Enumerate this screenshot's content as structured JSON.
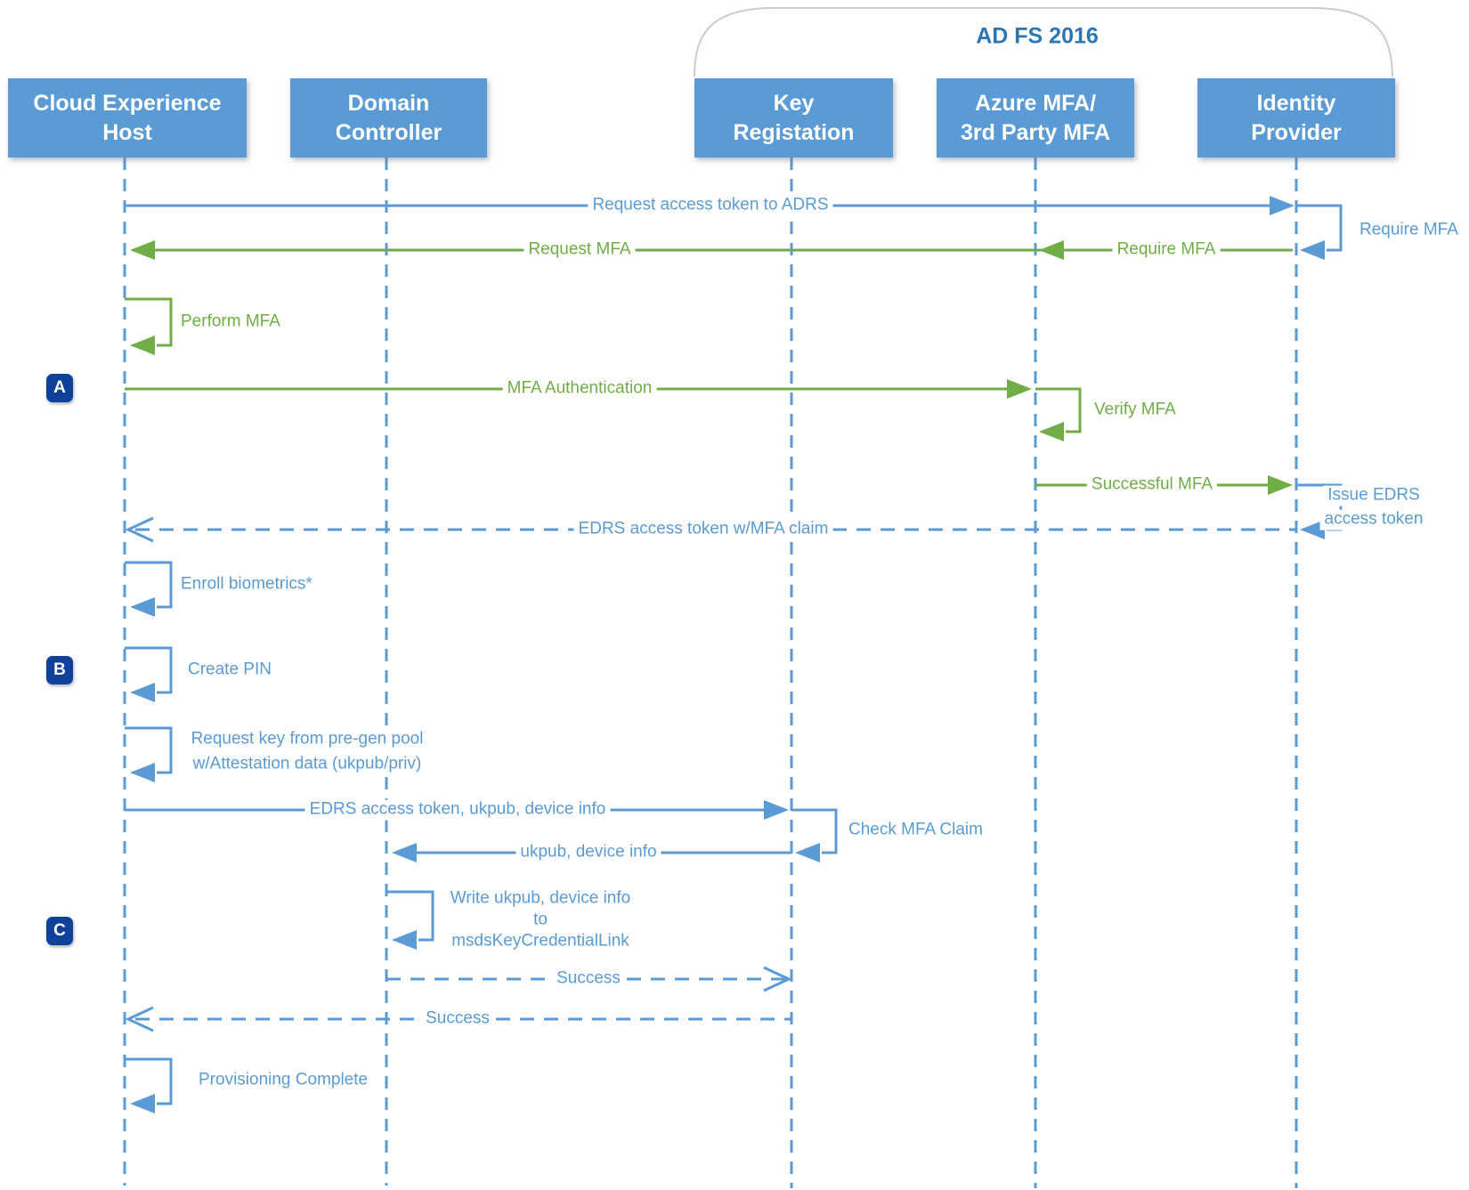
{
  "diagram_title": "AD FS 2016",
  "actors": [
    {
      "id": "cloud-experience-host",
      "lines": [
        "Cloud Experience",
        "Host"
      ]
    },
    {
      "id": "domain-controller",
      "lines": [
        "Domain",
        "Controller"
      ]
    },
    {
      "id": "key-registration",
      "lines": [
        "Key",
        "Registation"
      ]
    },
    {
      "id": "azure-mfa",
      "lines": [
        "Azure MFA/",
        "3rd Party MFA"
      ]
    },
    {
      "id": "identity-provider",
      "lines": [
        "Identity",
        "Provider"
      ]
    }
  ],
  "step_labels": {
    "a": "A",
    "b": "B",
    "c": "C"
  },
  "messages": {
    "request_access_token": "Request access token to ADRS",
    "require_mfa_self": "Require MFA",
    "require_mfa": "Require MFA",
    "request_mfa": "Request MFA",
    "perform_mfa": "Perform MFA",
    "mfa_authentication": "MFA Authentication",
    "verify_mfa": "Verify MFA",
    "successful_mfa": "Successful MFA",
    "issue_edrs_token": [
      "Issue EDRS",
      "access token"
    ],
    "edrs_token_claim": "EDRS access token w/MFA claim",
    "enroll_biometrics": "Enroll biometrics*",
    "create_pin": "Create PIN",
    "request_key": [
      "Request key from pre-gen pool",
      "w/Attestation data (ukpub/priv)"
    ],
    "edrs_token_ukpub": "EDRS access token, ukpub, device info",
    "check_mfa_claim": "Check MFA Claim",
    "ukpub_device_info": "ukpub, device info",
    "write_ukpub": [
      "Write ukpub, device info",
      "to",
      "msdsKeyCredentialLink"
    ],
    "success_dc_to_keyreg": "Success",
    "success_keyreg_to_ceh": "Success",
    "provisioning_complete": "Provisioning Complete"
  },
  "colors": {
    "actor_fill": "#5B9BD5",
    "blue_message": "#5B9BD5",
    "green_message": "#70AD47",
    "badge_fill": "#10419A",
    "title_color": "#2E75B6",
    "bracket_color": "#C9CCD3"
  }
}
